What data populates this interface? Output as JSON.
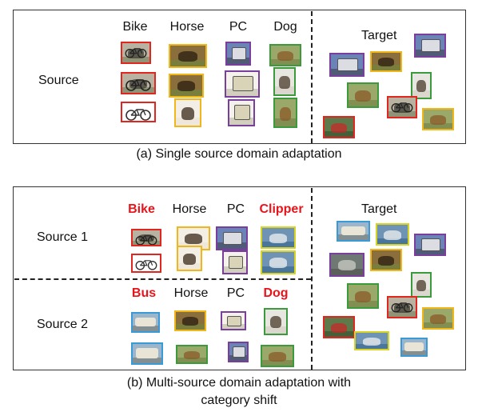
{
  "colors": {
    "bike": "#e0261e",
    "horse": "#f0b61a",
    "pc": "#7a3f9c",
    "dog": "#3a9a3c",
    "bus": "#3a9ad8",
    "clipper": "#d8d426",
    "red_label": "#e8141b"
  },
  "panel_a": {
    "source_label": "Source",
    "target_label": "Target",
    "categories": [
      "Bike",
      "Horse",
      "PC",
      "Dog"
    ],
    "caption": "(a) Single source domain adaptation"
  },
  "panel_b": {
    "source1_label": "Source 1",
    "source2_label": "Source 2",
    "target_label": "Target",
    "source1_categories": [
      {
        "label": "Bike",
        "shifted": true
      },
      {
        "label": "Horse",
        "shifted": false
      },
      {
        "label": "PC",
        "shifted": false
      },
      {
        "label": "Clipper",
        "shifted": true
      }
    ],
    "source2_categories": [
      {
        "label": "Bus",
        "shifted": true
      },
      {
        "label": "Horse",
        "shifted": false
      },
      {
        "label": "PC",
        "shifted": false
      },
      {
        "label": "Dog",
        "shifted": true
      }
    ],
    "caption_line1": "(b) Multi-source domain adaptation with",
    "caption_line2": "category shift"
  }
}
